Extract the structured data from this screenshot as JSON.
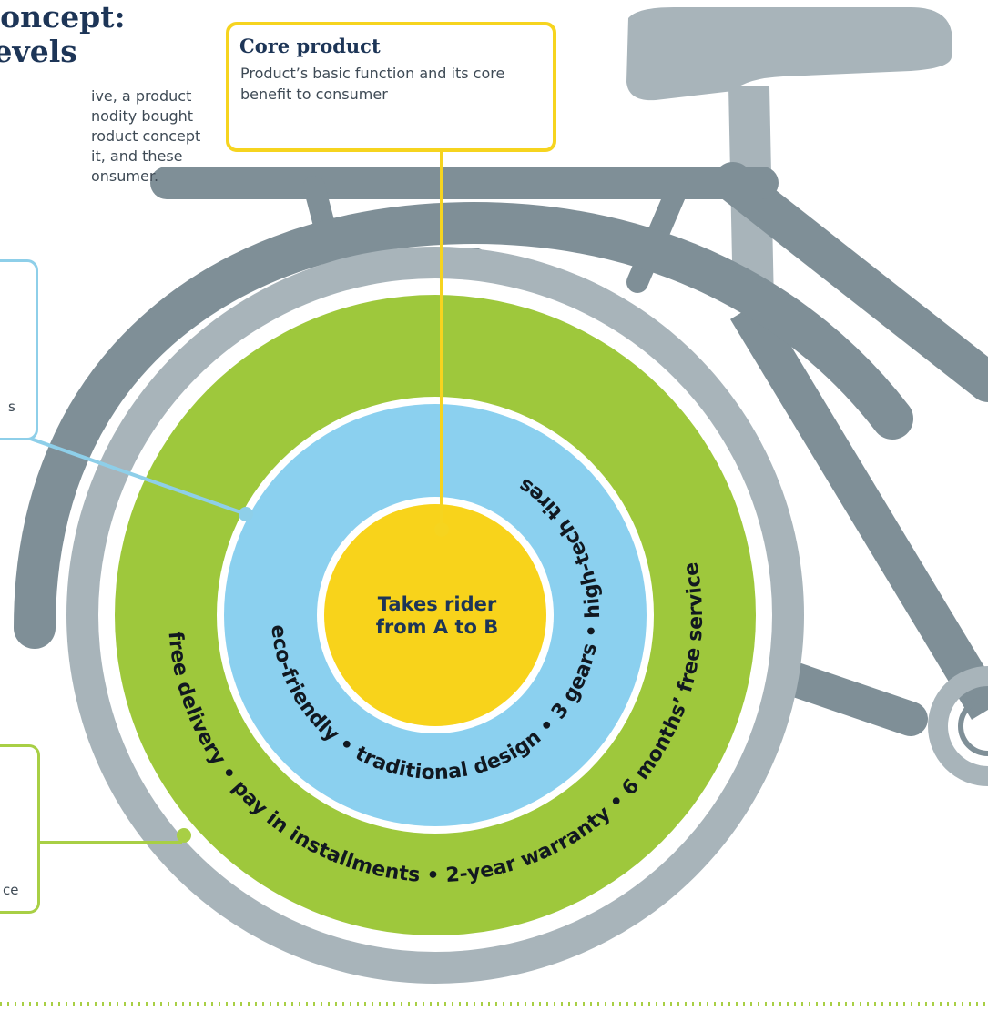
{
  "header": {
    "title": "concept:\nlevels",
    "intro": "ive, a product\nnodity bought\nroduct concept\nit, and these\nonsumer."
  },
  "core_box": {
    "title": "Core product",
    "text": "Product’s basic function and its core benefit to consumer"
  },
  "actual_box": {
    "edge_text": "s"
  },
  "augmented_box": {
    "edge_text": "ce"
  },
  "core_circle": {
    "label": "Takes rider\nfrom A to B"
  },
  "actual_ring": {
    "items": [
      "eco-friendly",
      "traditional design",
      "3 gears",
      "high-tech tires"
    ]
  },
  "augmented_ring": {
    "items": [
      "free delivery",
      "pay in installments",
      "2-year warranty",
      "6 months’ free service"
    ]
  },
  "separator": "•",
  "colors": {
    "bike": "#7f8f97",
    "bike_light": "#a8b4ba",
    "augmented": "#9ec83c",
    "actual": "#8bd0ef",
    "core": "#f8d31b",
    "core_line": "#f6d41f",
    "actual_line": "#8ecfe9",
    "augmented_line": "#a8cf45"
  }
}
